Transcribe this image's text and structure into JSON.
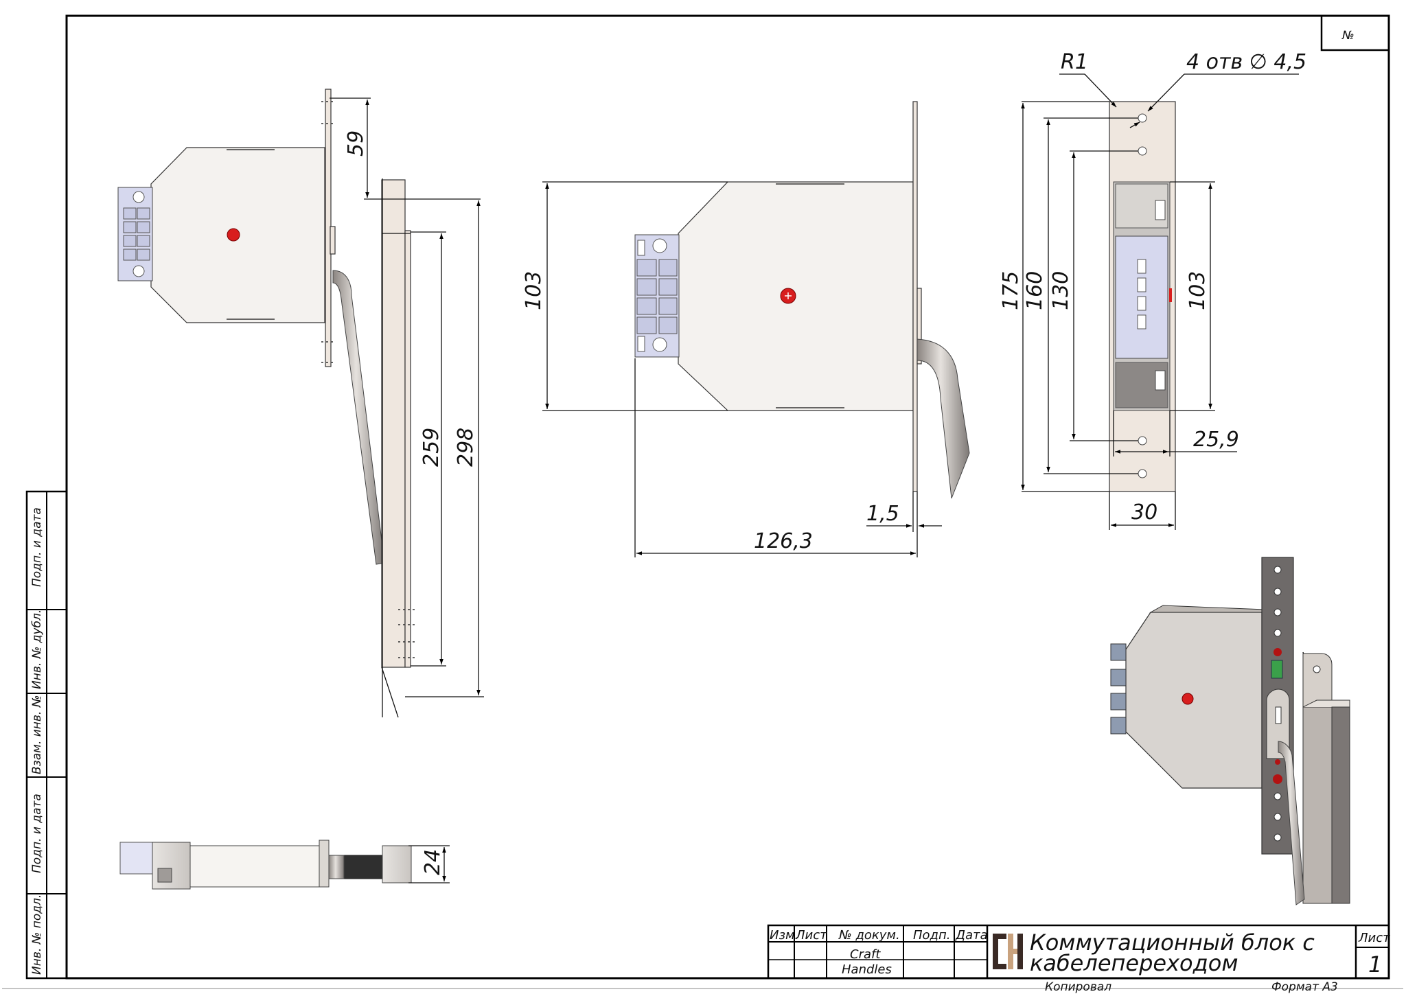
{
  "sheet": {
    "stamp_number_label": "№",
    "side_columns": [
      "Подп. и дата",
      "Инв. № дубл.",
      "Взам. инв. №",
      "Подп. и дата",
      "Инв. № подл."
    ]
  },
  "dimensions": {
    "view_left": {
      "top_offset": "59",
      "inner_length": "259",
      "total_length": "298"
    },
    "view_bottom": {
      "thickness": "24"
    },
    "view_center": {
      "height": "103",
      "plate_thickness": "1,5",
      "length": "126,3"
    },
    "view_right": {
      "radius": "R1",
      "holes": "4 отв",
      "hole_diameter_symbol": "∅",
      "hole_diameter": "4,5",
      "total_height": "175",
      "outer_holes": "160",
      "inner_holes": "130",
      "block_height": "103",
      "block_width": "25,9",
      "plate_width": "30"
    }
  },
  "title_block": {
    "headers": [
      "Изм.",
      "Лист",
      "№ докум.",
      "Подп.",
      "Дата"
    ],
    "developer_line1": "Craft",
    "developer_line2": "Handles",
    "title_line1": "Коммутационный блок с",
    "title_line2": "кабелепереходом",
    "sheet_label": "Лист",
    "sheet_number": "1",
    "copied_label": "Копировал",
    "format_label": "Формат А3",
    "logo_colors": {
      "dark": "#3a2a25",
      "light": "#c9a27e"
    }
  },
  "colors": {
    "screw_red": "#d81e1e",
    "terminal_blue": "#d6d8ee",
    "plate_beige": "#efe7df",
    "steel_grey": "#6e6a69"
  }
}
